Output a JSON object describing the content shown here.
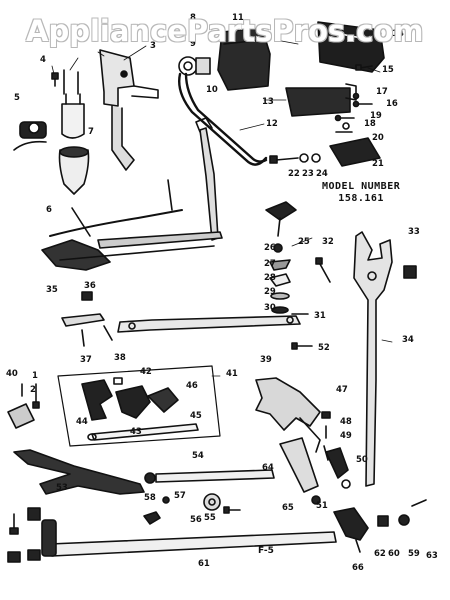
{
  "watermark": "AppliancePartsPros.com",
  "model_heading": "MODEL NUMBER",
  "model_number": "158.161",
  "figure_label": "F-5",
  "part_numbers": [
    "1",
    "2",
    "3",
    "4",
    "5",
    "6",
    "7",
    "8",
    "9",
    "10",
    "11",
    "12",
    "13",
    "14",
    "15",
    "16",
    "17",
    "18",
    "19",
    "20",
    "21",
    "22",
    "23",
    "24",
    "25",
    "26",
    "27",
    "28",
    "29",
    "30",
    "31",
    "32",
    "33",
    "34",
    "35",
    "36",
    "37",
    "38",
    "39",
    "40",
    "41",
    "42",
    "43",
    "44",
    "45",
    "46",
    "47",
    "48",
    "49",
    "50",
    "51",
    "52",
    "53",
    "54",
    "55",
    "56",
    "57",
    "58",
    "59",
    "60",
    "61",
    "62",
    "63",
    "64",
    "65",
    "66"
  ]
}
